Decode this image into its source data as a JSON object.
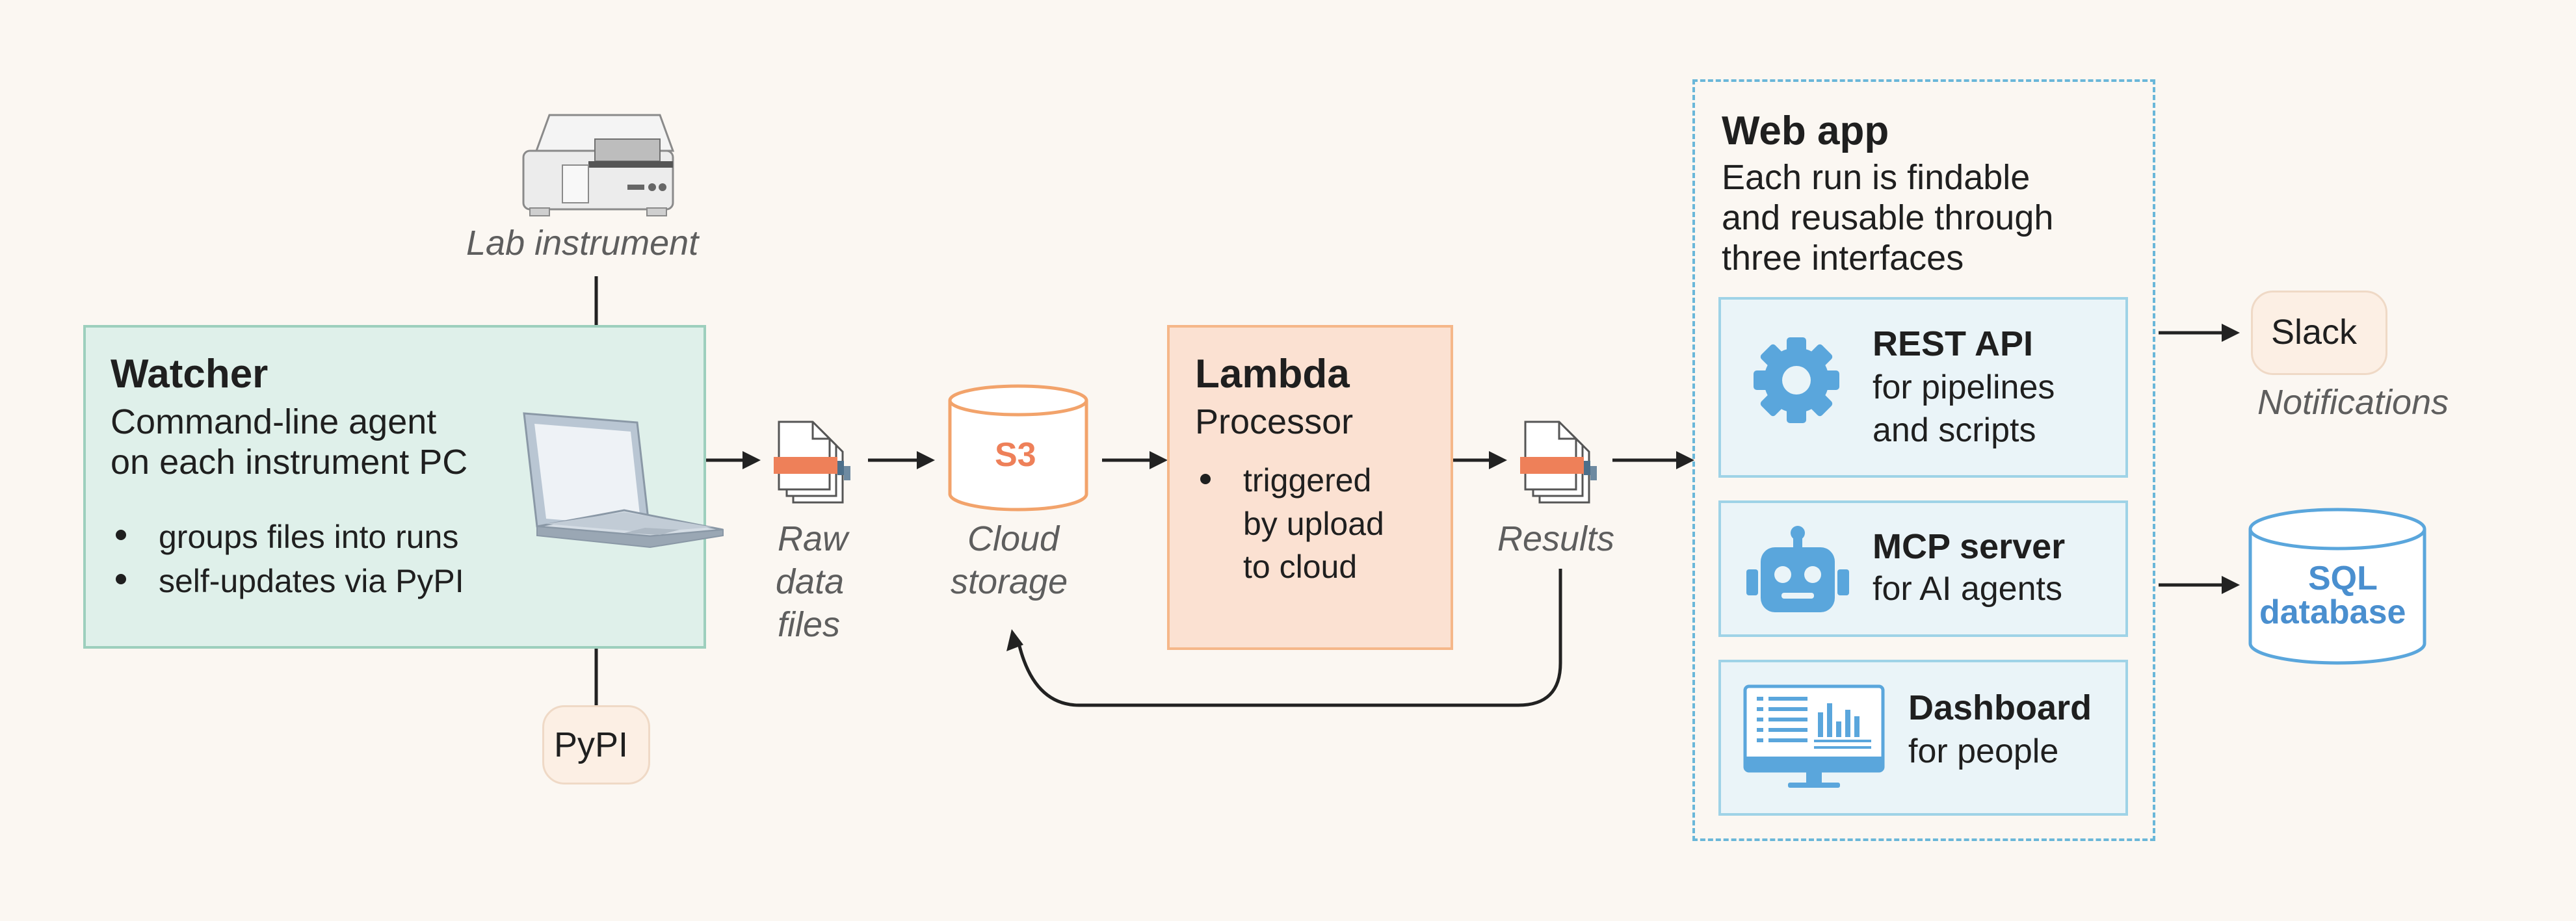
{
  "colors": {
    "background": "#fbf7f2",
    "watcher_fill": "#dff0ea",
    "watcher_border": "#9dcfbd",
    "lambda_fill": "#fbe1d2",
    "lambda_border": "#f5b789",
    "webapp_border": "#6ab7d9",
    "interface_fill": "#eaf4f8",
    "interface_border": "#9fd3e7",
    "icon_blue": "#5aa6dc",
    "s3_orange": "#f2a36b",
    "accent_orange": "#ee8059",
    "pill_fill": "#fcefe4",
    "arrow": "#222222"
  },
  "instrument": {
    "caption": "Lab instrument",
    "icon": "lab-instrument"
  },
  "watcher": {
    "title": "Watcher",
    "subtitle_line1": "Command-line agent",
    "subtitle_line2": "on each instrument PC",
    "bullets": [
      "groups files into runs",
      "self-updates via PyPI"
    ],
    "icon": "laptop"
  },
  "pypi": {
    "label": "PyPI"
  },
  "raw_files": {
    "caption_lines": [
      "Raw",
      "data",
      "files"
    ],
    "icon": "file-stack"
  },
  "storage": {
    "badge": "S3",
    "caption_lines": [
      "Cloud",
      "storage"
    ],
    "icon": "cylinder"
  },
  "lambda": {
    "title": "Lambda",
    "subtitle": "Processor",
    "bullet_lines": [
      "triggered",
      "by upload",
      "to cloud"
    ]
  },
  "results": {
    "caption": "Results",
    "icon": "file-stack"
  },
  "webapp": {
    "title": "Web app",
    "description_lines": [
      "Each run is findable",
      "and reusable through",
      "three interfaces"
    ],
    "interfaces": [
      {
        "title": "REST API",
        "lines": [
          "for pipelines",
          "and scripts"
        ],
        "icon": "gear"
      },
      {
        "title": "MCP server",
        "lines": [
          "for AI agents"
        ],
        "icon": "robot"
      },
      {
        "title": "Dashboard",
        "lines": [
          "for people"
        ],
        "icon": "monitor-dashboard"
      }
    ]
  },
  "slack": {
    "label": "Slack",
    "caption": "Notifications"
  },
  "database": {
    "label_lines": [
      "SQL",
      "database"
    ],
    "icon": "cylinder"
  }
}
